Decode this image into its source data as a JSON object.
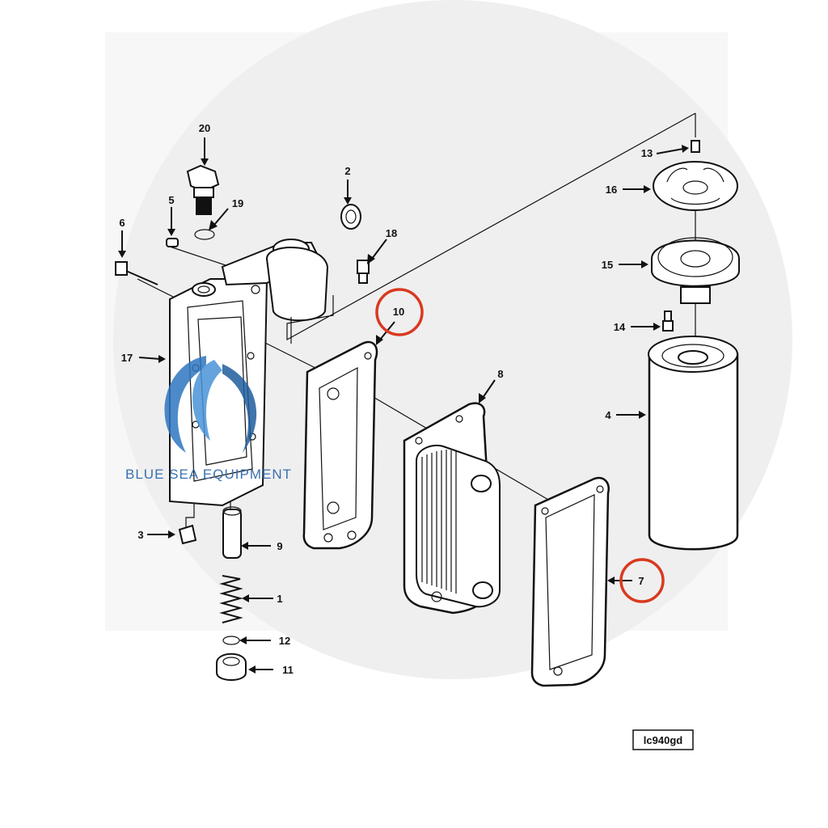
{
  "callouts": {
    "c1": "1",
    "c2": "2",
    "c3": "3",
    "c4": "4",
    "c5": "5",
    "c6": "6",
    "c7": "7",
    "c8": "8",
    "c9": "9",
    "c10": "10",
    "c11": "11",
    "c12": "12",
    "c13": "13",
    "c14": "14",
    "c15": "15",
    "c16": "16",
    "c17": "17",
    "c18": "18",
    "c19": "19",
    "c20": "20"
  },
  "highlighted_callouts": [
    "10",
    "7"
  ],
  "highlight_color": "#d9391f",
  "watermark": {
    "brand_text": "BLUE SEA EQUIPMENT",
    "logo_color": "#2f76c0",
    "background_mark": "cummins-watermark"
  },
  "figure_code": "lc940gd"
}
